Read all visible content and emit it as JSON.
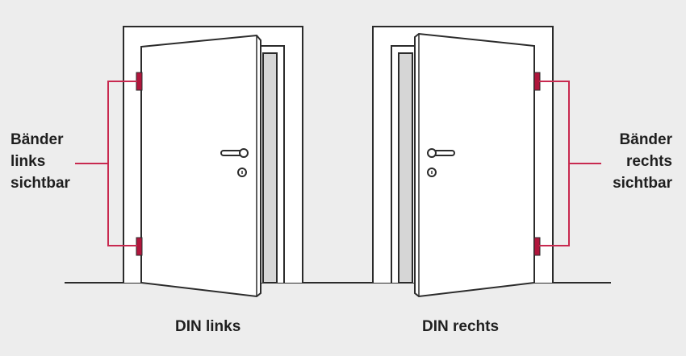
{
  "colors": {
    "background": "#ededed",
    "outline": "#2b2b2b",
    "door_fill": "#ffffff",
    "inner_gap": "#d6d6d6",
    "hinge": "#b0163c",
    "callout_line": "#c8294f",
    "text": "#1f1f1f"
  },
  "left_door": {
    "callout": [
      "Bänder",
      "links",
      "sichtbar"
    ],
    "caption": "DIN links"
  },
  "right_door": {
    "callout": [
      "Bänder",
      "rechts",
      "sichtbar"
    ],
    "caption": "DIN rechts"
  }
}
